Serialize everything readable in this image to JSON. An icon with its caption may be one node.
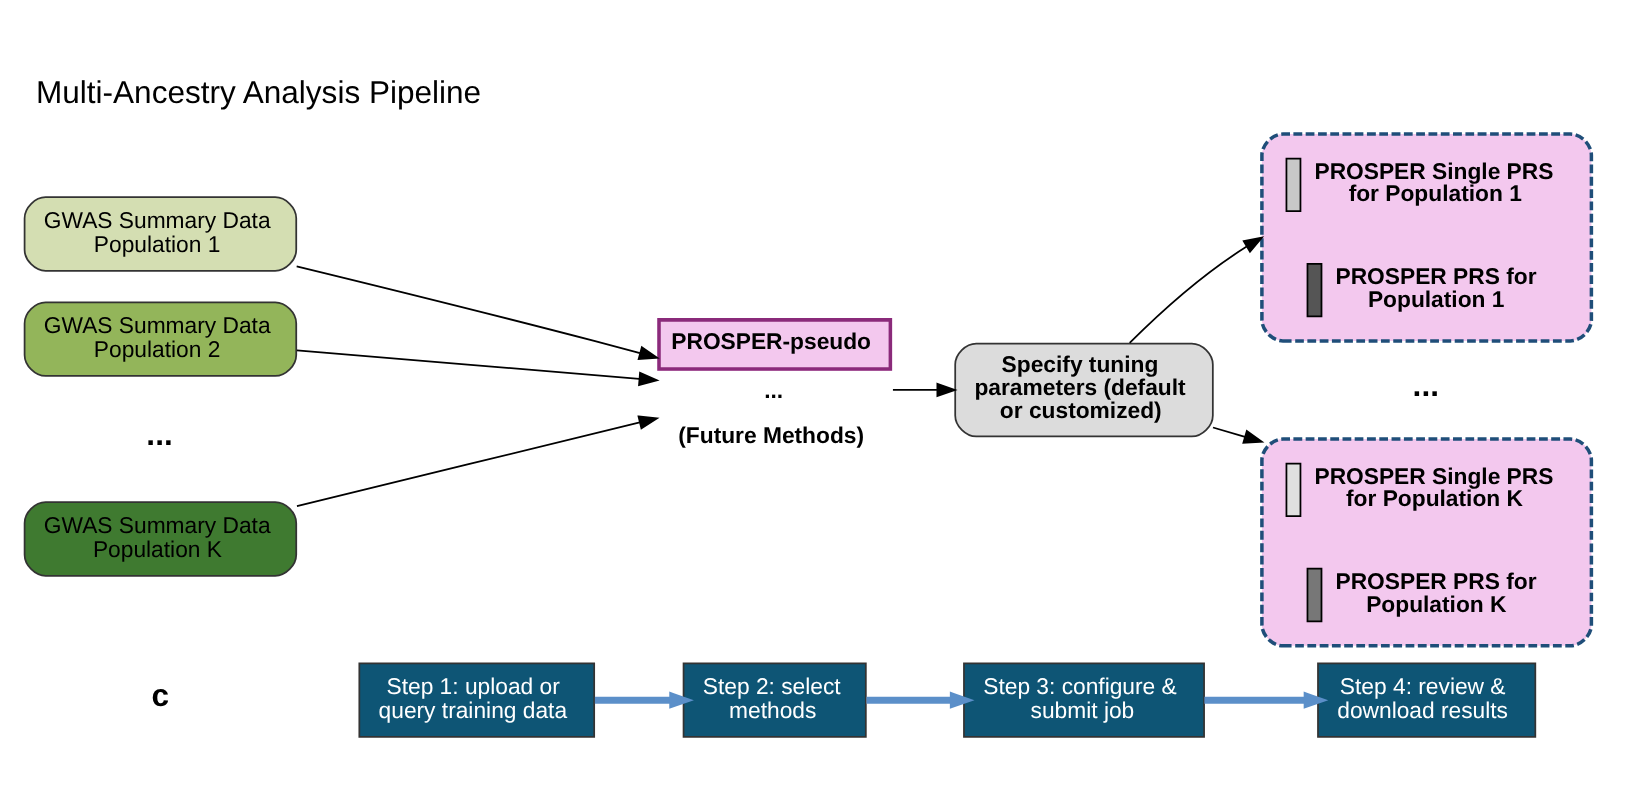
{
  "diagram": {
    "title": "Multi-Ancestry Analysis Pipeline",
    "nodes": [
      {
        "text": [
          "Step 1: upload or query training data"
        ]
      },
      {
        "text": [
          "Step 2: select methods"
        ]
      },
      {
        "text": [
          "Step 3: configure & submit job"
        ]
      },
      {
        "text": [
          "Step 4: review & download results"
        ]
      },
      {
        "text": [
          "GWAS Summary Data Population 1"
        ]
      },
      {
        "text": [
          "GWAS Summary Data Population 2"
        ]
      },
      {
        "text": [
          "GWAS Summary Data Population K"
        ]
      },
      {
        "text": [
          "PROSPER-pseudo"
        ],
        "beside": [
          "...",
          "(Future Methods)"
        ]
      },
      {
        "text": [
          "Specify tuning parameters (default or customized)"
        ]
      },
      {
        "text": [],
        "shape": "box"
      },
      {
        "text": [
          "PROSPER Single PRS for Population 1"
        ],
        "in": 9
      },
      {
        "text": [
          "PROSPER PRS for Population 1"
        ],
        "in": 9
      },
      {
        "text": [],
        "shape": "box"
      },
      {
        "text": [
          "PROSPER Single PRS for Population K"
        ],
        "in": 12
      },
      {
        "text": [
          "PROSPER PRS for Population K"
        ],
        "in": 12
      }
    ],
    "edges": [
      {
        "from": 0,
        "to": 1,
        "arrow": "to",
        "style": "thick",
        "color": "#5b8fc9"
      },
      {
        "from": 1,
        "to": 2,
        "arrow": "to",
        "style": "thick",
        "color": "#5b8fc9"
      },
      {
        "from": 2,
        "to": 3,
        "arrow": "to",
        "style": "thick",
        "color": "#5b8fc9"
      },
      {
        "from": 4,
        "to": 7,
        "arrow": "to"
      },
      {
        "from": 5,
        "to": 7,
        "arrow": "to"
      },
      {
        "from": 6,
        "to": 7,
        "arrow": "to"
      },
      {
        "from": 7,
        "to": 8,
        "arrow": "to"
      },
      {
        "from": 8,
        "to": 9,
        "arrow": "to"
      },
      {
        "from": 8,
        "to": 12,
        "arrow": "to"
      }
    ],
    "labels": [
      "c",
      "...",
      "..."
    ]
  }
}
